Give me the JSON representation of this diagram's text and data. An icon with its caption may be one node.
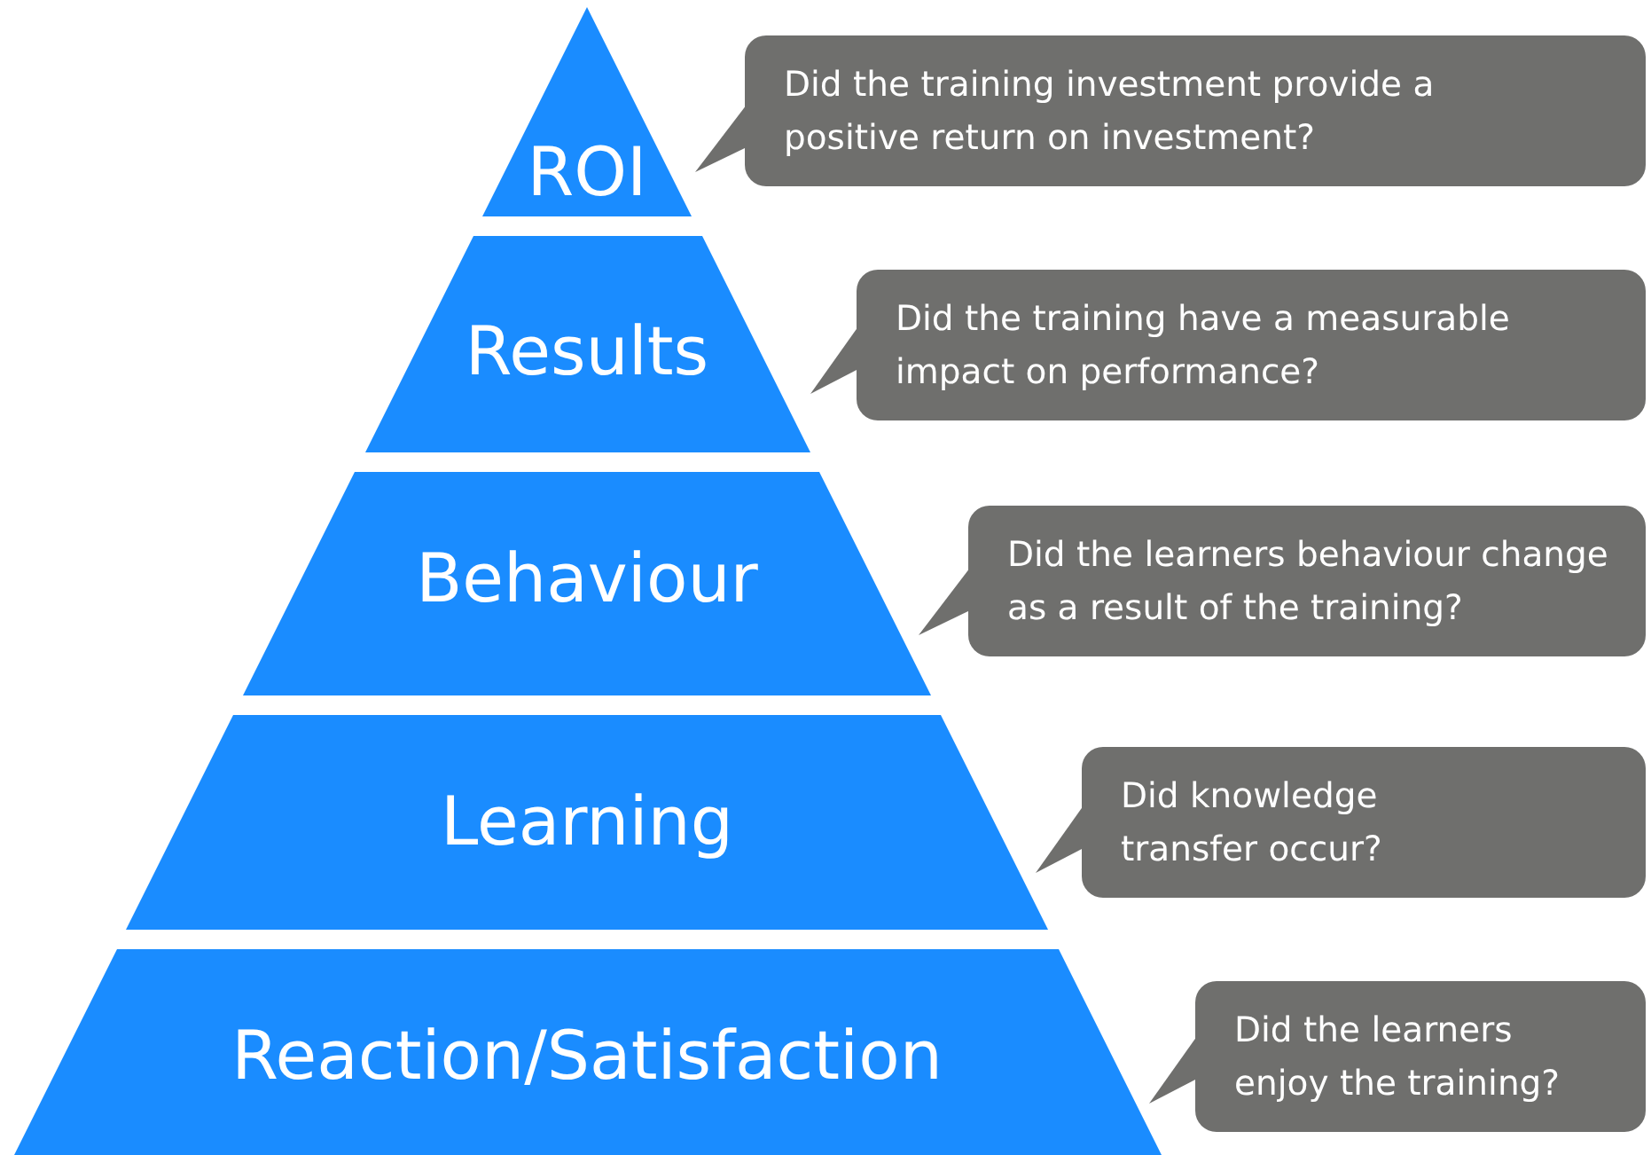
{
  "diagram": {
    "nodes": [
      {
        "text": [
          "ROI"
        ]
      },
      {
        "text": [
          "Results"
        ]
      },
      {
        "text": [
          "Behaviour"
        ]
      },
      {
        "text": [
          "Learning"
        ]
      },
      {
        "text": [
          "Reaction/Satisfaction"
        ]
      },
      {
        "text": [
          "Did the training investment provide a positive return on investment?"
        ]
      },
      {
        "text": [
          "Did the training have a measurable impact on performance?"
        ]
      },
      {
        "text": [
          "Did the learners behaviour change as a result of the training?"
        ]
      },
      {
        "text": [
          "Did knowledge transfer occur?"
        ]
      },
      {
        "text": [
          "Did the learners enjoy the training?"
        ]
      }
    ]
  }
}
